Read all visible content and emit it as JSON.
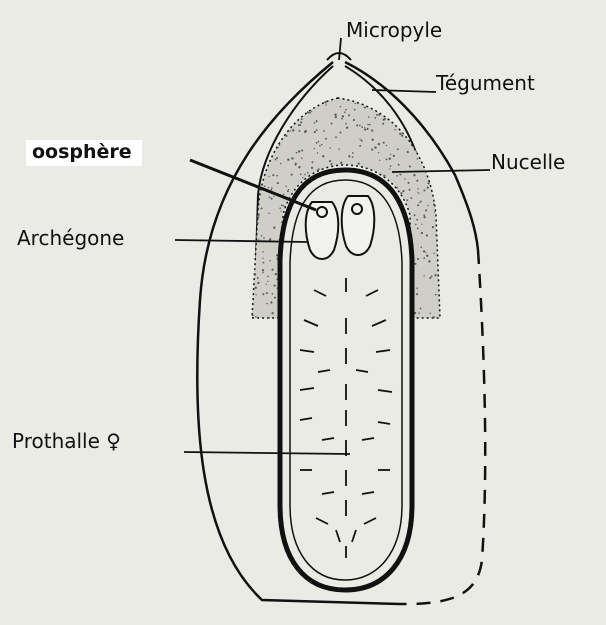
{
  "colors": {
    "background": "#ebebe6",
    "ink": "#111111",
    "nucellus_stipple": "#5a5a5a",
    "label_box": "#ffffff"
  },
  "labels": {
    "micropyle": "Micropyle",
    "tegument": "Tégument",
    "nucelle": "Nucelle",
    "oosphere": "oosphère",
    "archegone": "Archégone",
    "prothalle": "Prothalle ♀"
  }
}
